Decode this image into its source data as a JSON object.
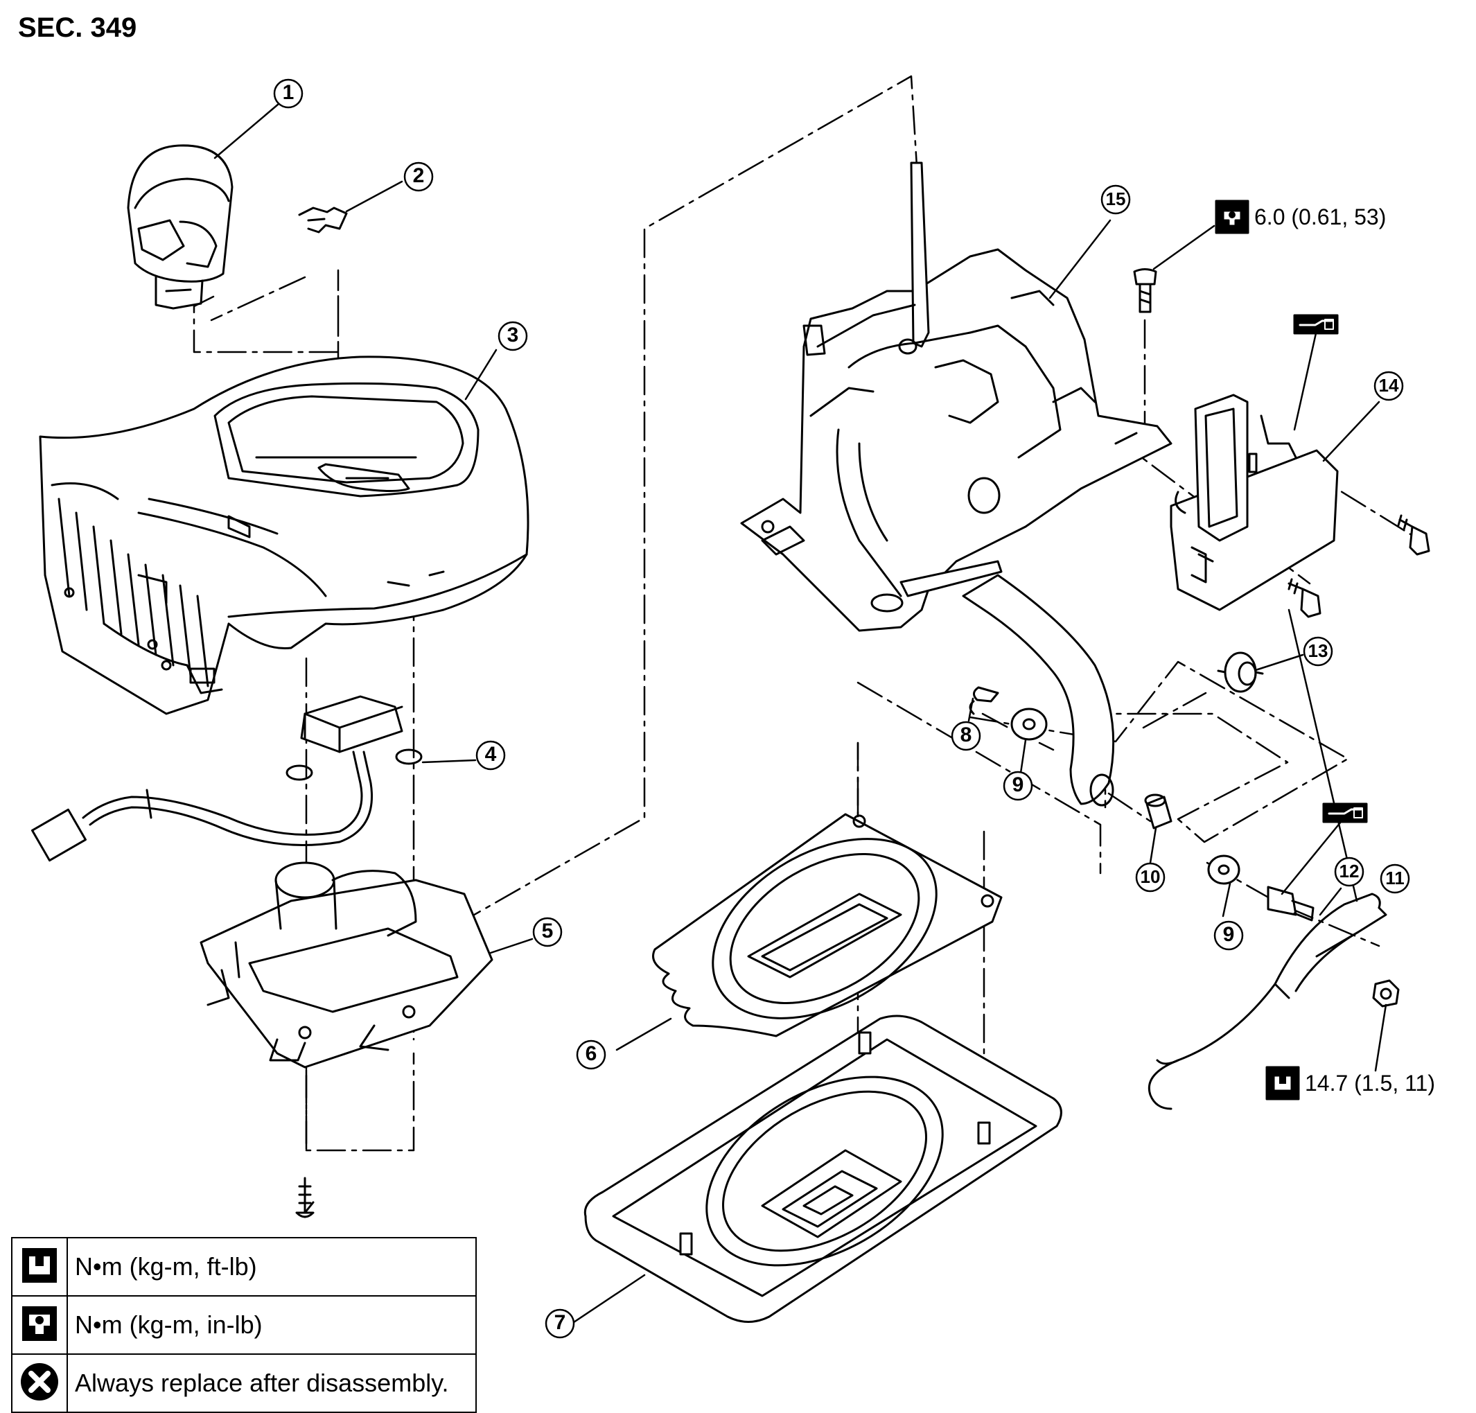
{
  "section": "SEC. 349",
  "callouts": [
    "1",
    "2",
    "3",
    "4",
    "5",
    "6",
    "7",
    "8",
    "9",
    "9",
    "10",
    "11",
    "12",
    "13",
    "14",
    "15"
  ],
  "torques": {
    "bolt_15": "6.0 (0.61, 53)",
    "nut_11": "14.7 (1.5, 11)"
  },
  "legend": {
    "row_ftlb": "N•m (kg-m, ft-lb)",
    "row_inlb": "N•m (kg-m, in-lb)",
    "row_replace": "Always replace after disassembly."
  },
  "icons": {
    "ftlb": "torque-wrench-ftlb-icon",
    "inlb": "torque-wrench-inlb-icon",
    "replace": "replace-x-icon",
    "grease": "grease-tube-icon"
  }
}
